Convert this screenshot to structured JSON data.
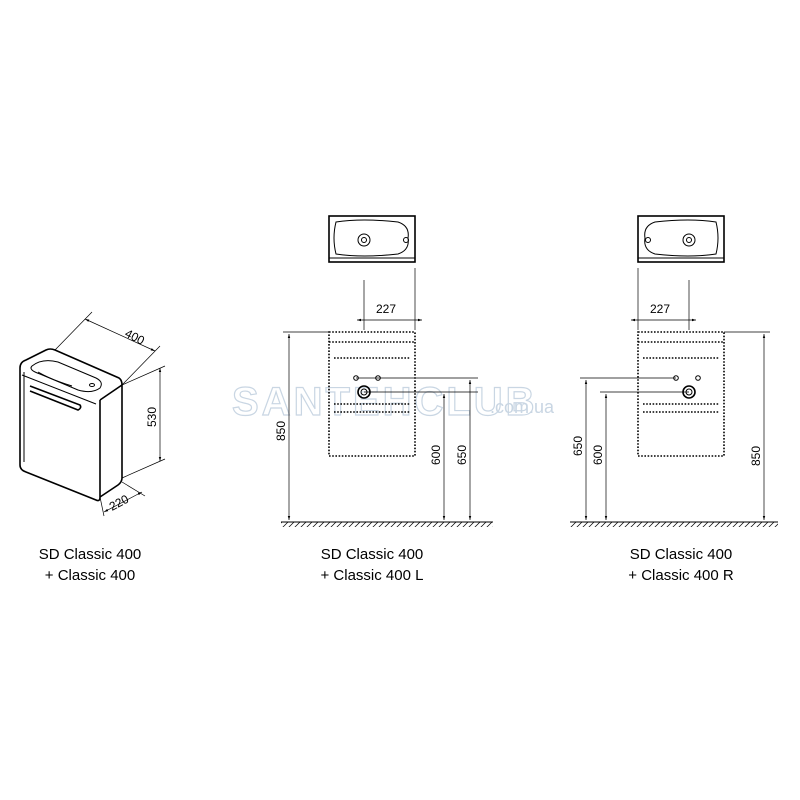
{
  "watermark": {
    "brand": "SANTEHCLUB",
    "domain": ".com.ua"
  },
  "figures": [
    {
      "id": "iso",
      "caption_line1": "SD Classic 400",
      "caption_line2": "+ Classic 400",
      "dims": {
        "width": "400",
        "height": "530",
        "depth": "220"
      }
    },
    {
      "id": "left",
      "caption_line1": "SD Classic 400",
      "caption_line2": "+ Classic 400 L",
      "dims": {
        "offset": "227",
        "total": "850",
        "h1": "600",
        "h2": "650"
      }
    },
    {
      "id": "right",
      "caption_line1": "SD Classic 400",
      "caption_line2": "+ Classic 400 R",
      "dims": {
        "offset": "227",
        "total": "850",
        "h1": "600",
        "h2": "650"
      }
    }
  ]
}
